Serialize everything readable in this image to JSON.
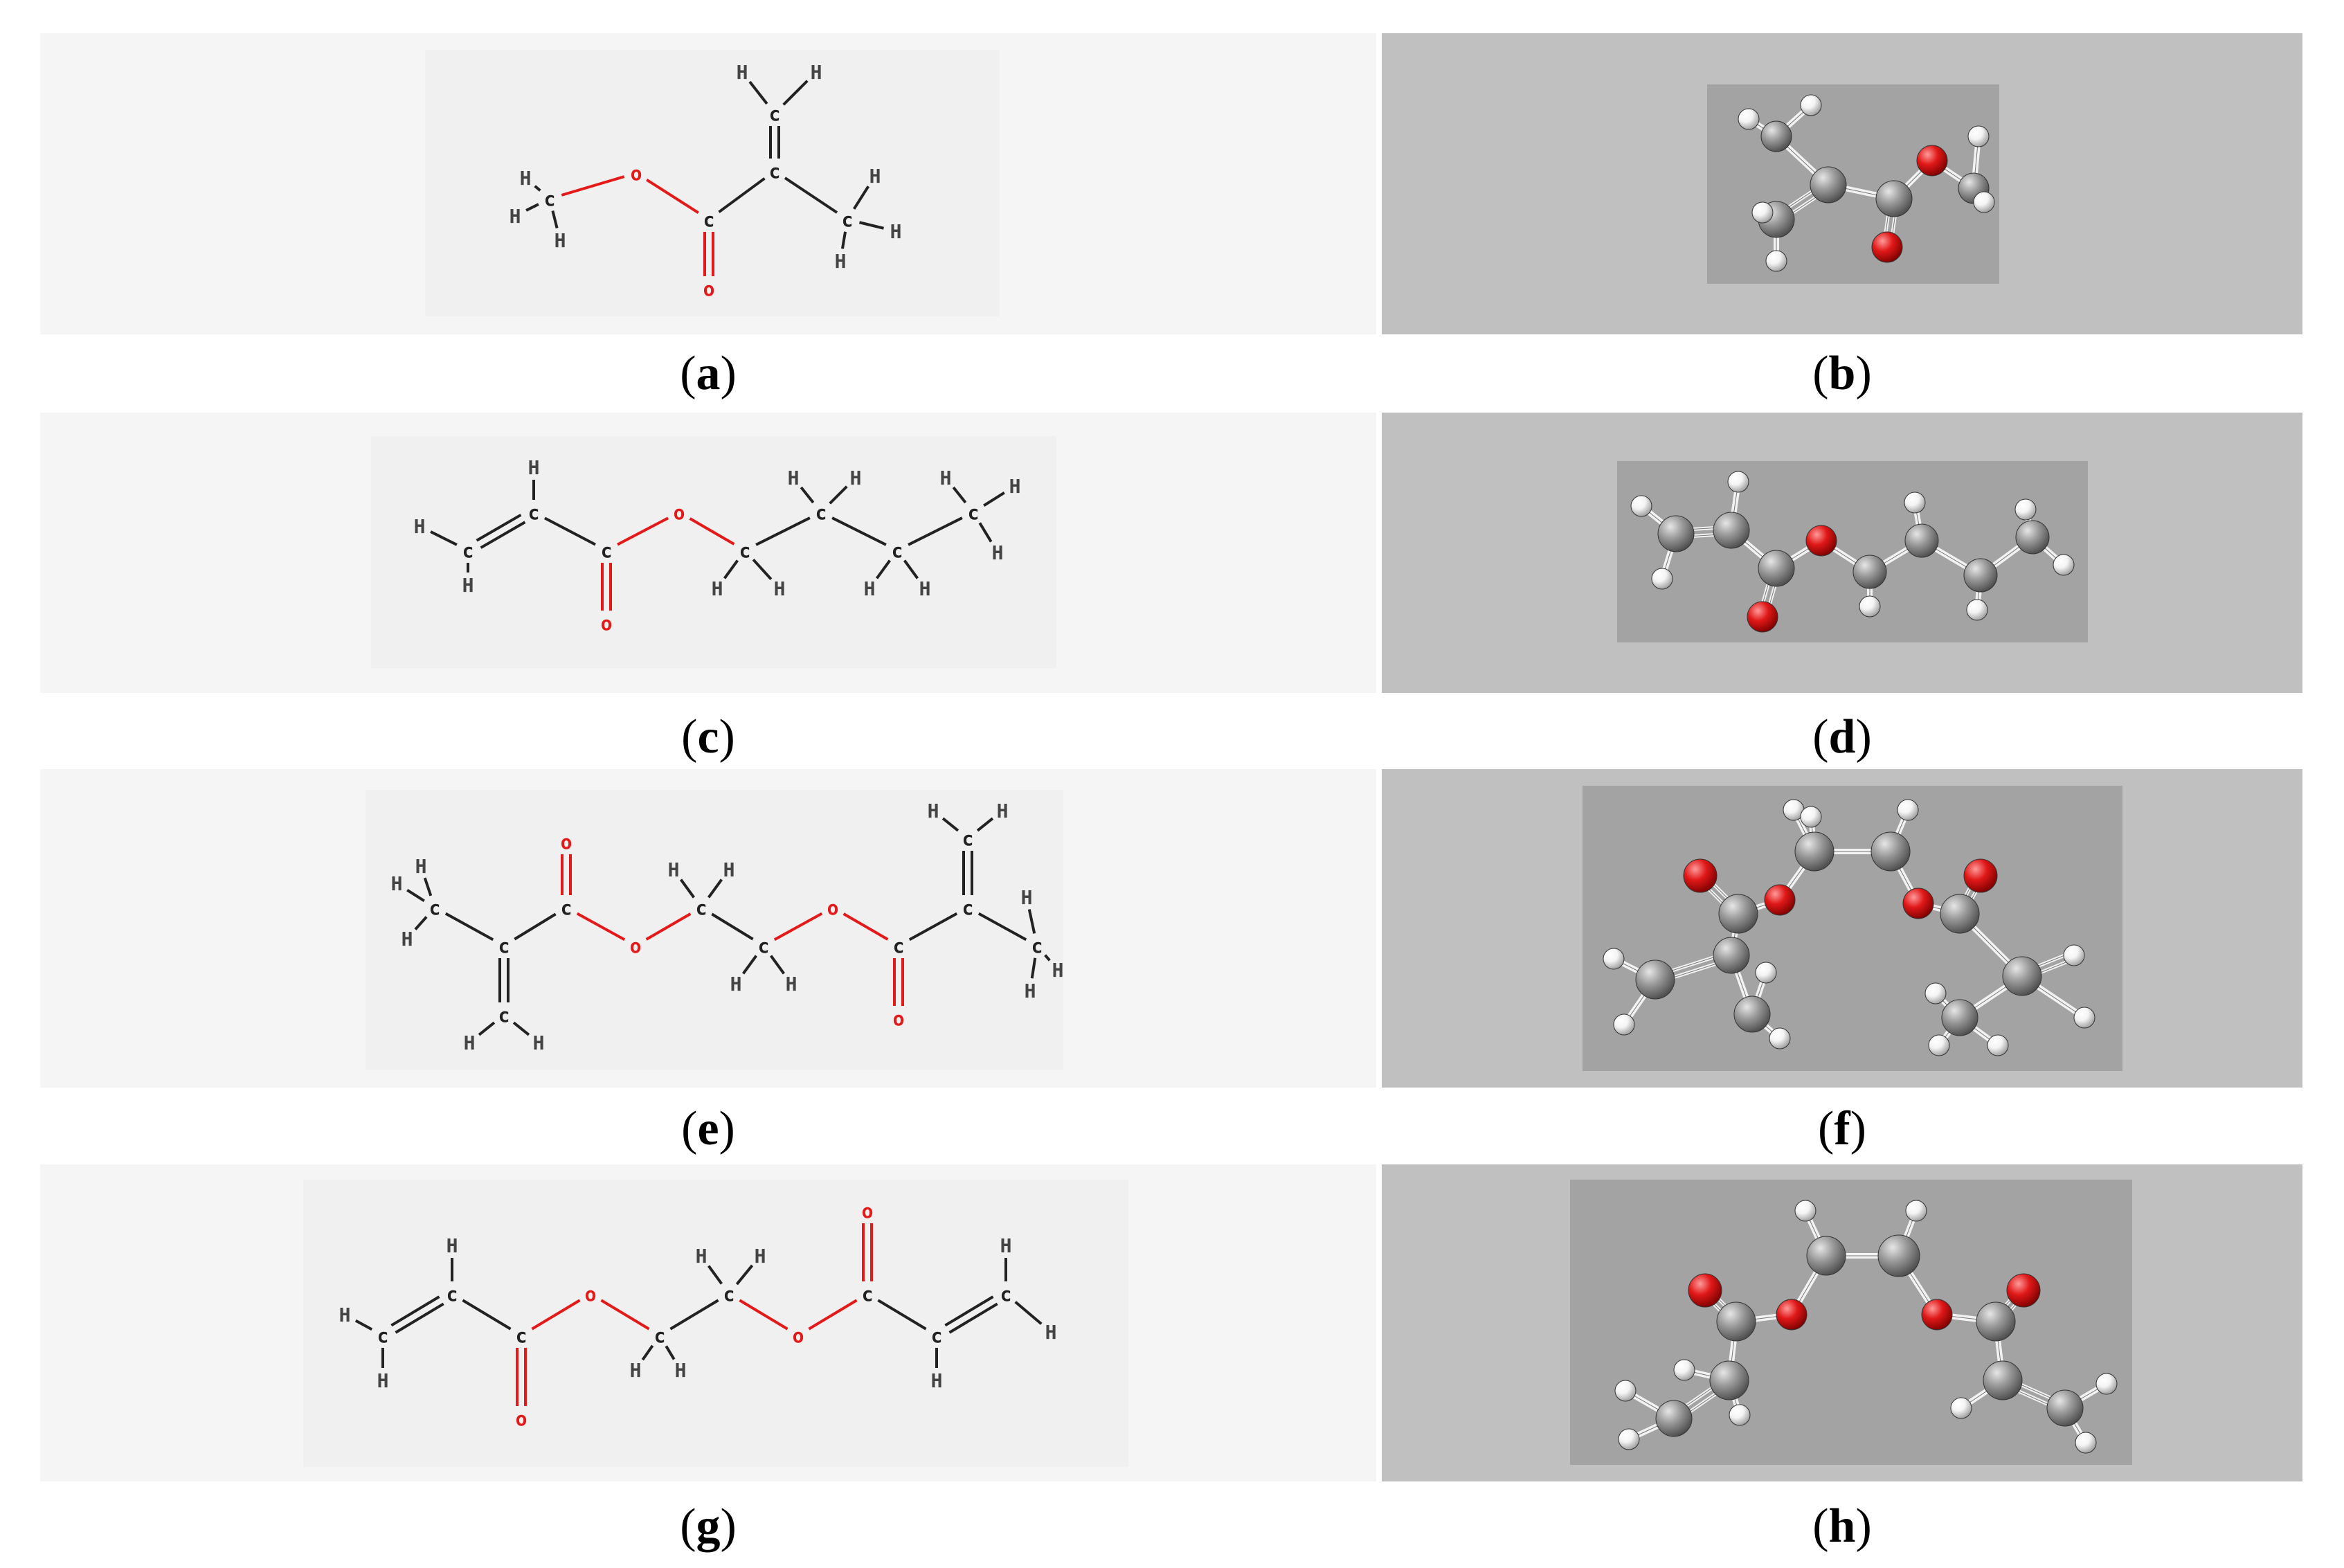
{
  "panels": [
    {
      "id": "a",
      "caption_letter": "a",
      "kind": "2d-structure"
    },
    {
      "id": "b",
      "caption_letter": "b",
      "kind": "3d-ball-and-stick"
    },
    {
      "id": "c",
      "caption_letter": "c",
      "kind": "2d-structure"
    },
    {
      "id": "d",
      "caption_letter": "d",
      "kind": "3d-ball-and-stick"
    },
    {
      "id": "e",
      "caption_letter": "e",
      "kind": "2d-structure"
    },
    {
      "id": "f",
      "caption_letter": "f",
      "kind": "3d-ball-and-stick"
    },
    {
      "id": "g",
      "caption_letter": "g",
      "kind": "2d-structure"
    },
    {
      "id": "h",
      "caption_letter": "h",
      "kind": "3d-ball-and-stick"
    }
  ],
  "caption_parens": {
    "open": "(",
    "close": ")"
  },
  "atom_labels": {
    "carbon": "C",
    "hydrogen": "H",
    "oxygen": "O"
  },
  "colors": {
    "left_panel_bg": "#f5f5f5",
    "left_inner_bg": "#f0f0f0",
    "right_panel_bg": "#c0c0c0",
    "right_inner_bg": "#a3a3a3",
    "bond": "#222222",
    "carbon_label": "#222222",
    "hydrogen_label": "#444444",
    "oxygen_label": "#e41a1a",
    "carbon_ball": "#9a9a9a",
    "hydrogen_ball": "#f4f4f4",
    "oxygen_ball": "#e01818"
  }
}
